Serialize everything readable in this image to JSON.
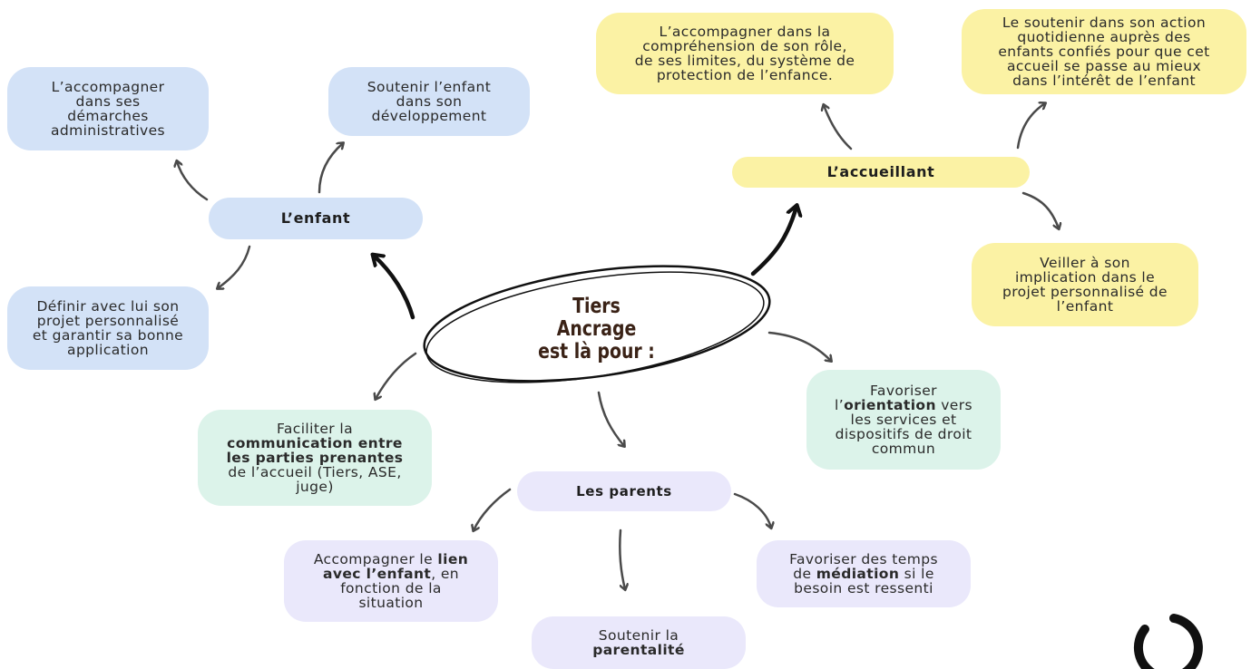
{
  "center": {
    "line1": "Tiers Ancrage",
    "line2": "est là pour :"
  },
  "enfant": {
    "title": "L’enfant",
    "admin": [
      "L’accompagner",
      "dans ses",
      "démarches",
      "administratives"
    ],
    "develop": [
      "Soutenir l’enfant",
      "dans son",
      "développement"
    ],
    "projet": [
      "Définir avec lui son",
      "projet personnalisé",
      "et garantir sa bonne",
      "application"
    ]
  },
  "accueillant": {
    "title": "L’accueillant",
    "role": [
      "L’accompagner dans la",
      "compréhension de son rôle,",
      "de ses limites, du système de",
      "protection de l’enfance."
    ],
    "soutien": [
      "Le soutenir dans son action",
      "quotidienne auprès des",
      "enfants confiés pour que cet",
      "accueil se passe au mieux",
      "dans l’intérêt de l’enfant"
    ],
    "implication": [
      "Veiller à son",
      "implication dans le",
      "projet personnalisé de",
      "l’enfant"
    ]
  },
  "orientation": {
    "l1": "Favoriser",
    "l2a": "l’",
    "l2b": "orientation",
    "l2c": " vers",
    "l3": "les services et",
    "l4": "dispositifs de droit",
    "l5": "commun"
  },
  "communication": {
    "l1": "Faciliter la",
    "l2": "communication entre",
    "l3": "les parties prenantes",
    "l4": "de l’accueil (Tiers, ASE,",
    "l5": "juge)"
  },
  "parents": {
    "title": "Les parents",
    "lien": {
      "l1a": "Accompagner le ",
      "l1b": "lien",
      "l2a": "avec l’enfant",
      "l2b": ", en",
      "l3": "fonction de la",
      "l4": "situation"
    },
    "mediation": {
      "l1": "Favoriser des temps",
      "l2a": "de ",
      "l2b": "médiation",
      "l2c": " si le",
      "l3": "besoin est ressenti"
    },
    "parentalite": {
      "l1": "Soutenir la",
      "l2": "parentalité"
    }
  },
  "colors": {
    "blue": "#d3e2f7",
    "yellow": "#fbf2a4",
    "green": "#dcf3ea",
    "purple": "#eae8fb",
    "arrow": "#4a4a4a"
  }
}
